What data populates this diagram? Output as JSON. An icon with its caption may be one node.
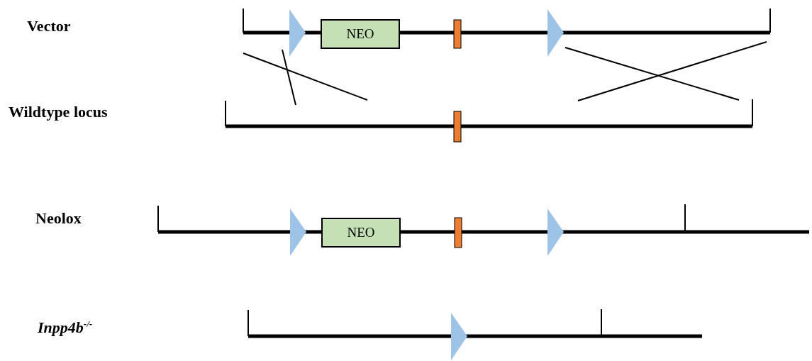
{
  "diagram": {
    "nodes": [
      {
        "text": [
          "NEO"
        ]
      },
      {
        "text": [
          "NEO"
        ]
      }
    ],
    "labels": [
      "Vector",
      "Wildtype locus",
      "Neolox",
      "Inpp4b$^{-/-}$"
    ]
  }
}
